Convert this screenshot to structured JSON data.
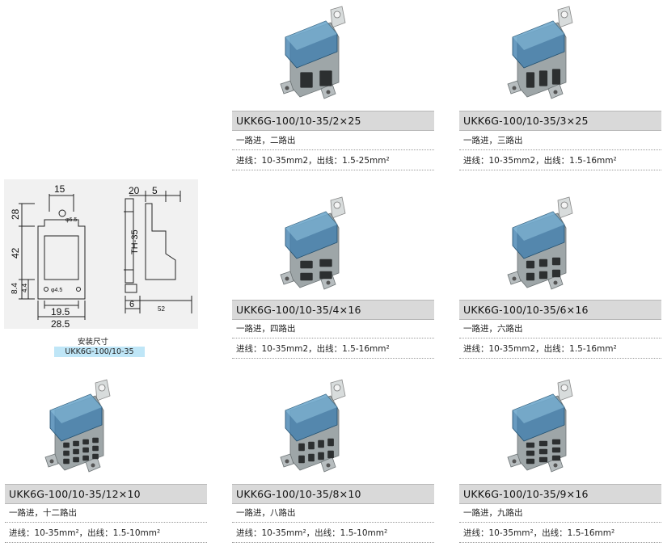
{
  "installation": {
    "caption": "安装尺寸",
    "model": "UKK6G-100/10-35",
    "dims": {
      "top_width": "15",
      "height_top": "28",
      "height_body": "42",
      "h_small_a": "8.4",
      "h_small_b": "4.4",
      "hole_small": "φ4.5",
      "hole_top": "φ6.5",
      "base_inner": "19.5",
      "base_outer": "28.5",
      "side_a": "20",
      "side_b": "5",
      "rail": "TH-35",
      "side_c": "6",
      "side_d": "52"
    }
  },
  "products": [
    {
      "title": "UKK6G-100/10-35/2×25",
      "line1": "一路进，二路出",
      "line2": "进线：10-35mm2，出线：1.5-25mm²",
      "outputs": 2
    },
    {
      "title": "UKK6G-100/10-35/3×25",
      "line1": "一路进，三路出",
      "line2": "进线：10-35mm2，出线：1.5-16mm²",
      "outputs": 3
    },
    {
      "title": "UKK6G-100/10-35/4×16",
      "line1": "一路进，四路出",
      "line2": "进线：10-35mm2，出线：1.5-16mm²",
      "outputs": 4
    },
    {
      "title": "UKK6G-100/10-35/6×16",
      "line1": "一路进，六路出",
      "line2": "进线：10-35mm2，出线：1.5-16mm²",
      "outputs": 6
    },
    {
      "title": "UKK6G-100/10-35/12×10",
      "line1": "一路进，十二路出",
      "line2": "进线：10-35mm²，出线：1.5-10mm²",
      "outputs": 12
    },
    {
      "title": "UKK6G-100/10-35/8×10",
      "line1": "一路进，八路出",
      "line2": "进线：10-35mm²，出线：1.5-10mm²",
      "outputs": 8
    },
    {
      "title": "UKK6G-100/10-35/9×16",
      "line1": "一路进，九路出",
      "line2": "进线：10-35mm²，出线：1.5-16mm²",
      "outputs": 9
    }
  ],
  "colors": {
    "title_bar": "#d9d9d9",
    "caption_highlight": "#bfe6f7",
    "block_body": "#9ea6a8",
    "cover": "#3f7fae"
  }
}
